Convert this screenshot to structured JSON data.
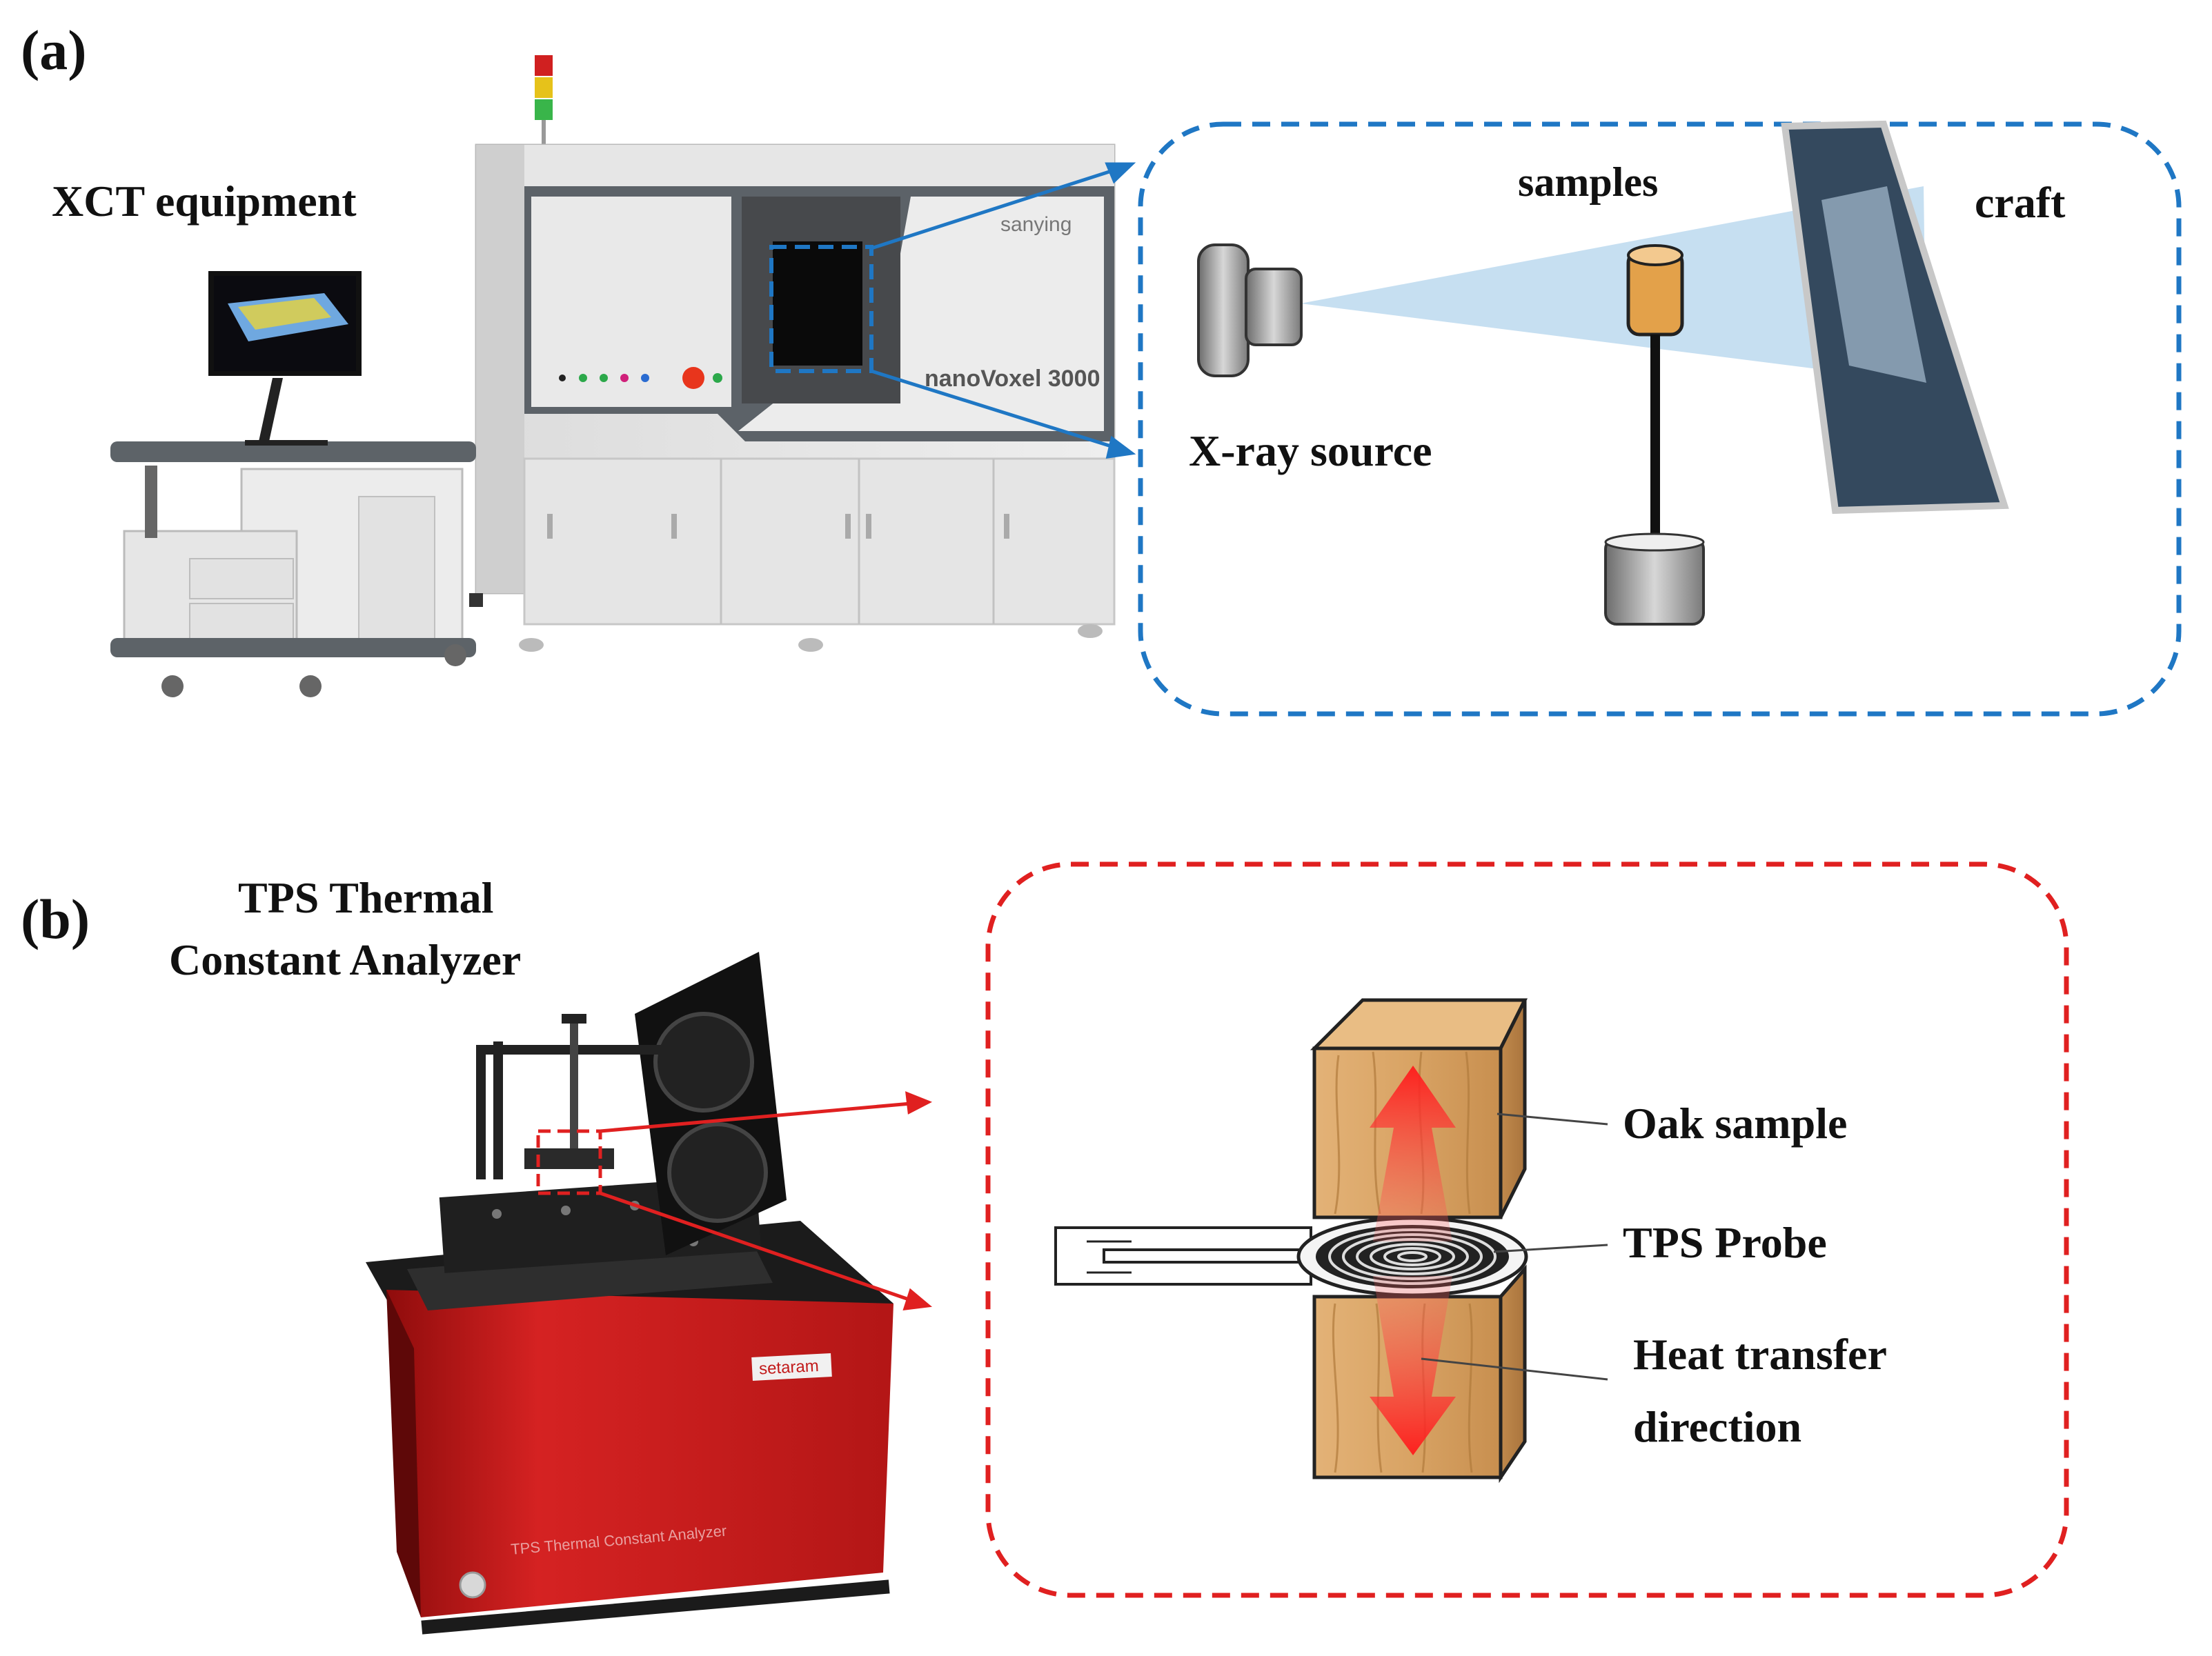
{
  "panels": {
    "a": {
      "label": "(a)",
      "equipment_label": "XCT equipment",
      "brand_text": "sanying",
      "model_text": "nanoVoxel 3000",
      "schematic": {
        "samples_label": "samples",
        "craft_label": "craft",
        "source_label": "X-ray source",
        "border_color": "#1f77c4"
      }
    },
    "b": {
      "label": "(b)",
      "title_line1": "TPS Thermal",
      "title_line2": "Constant Analyzer",
      "brand_text": "setaram",
      "panel_text": "TPS Thermal Constant Analyzer",
      "schematic": {
        "oak_label": "Oak sample",
        "probe_label": "TPS Probe",
        "heat_label_line1": "Heat transfer",
        "heat_label_line2": "direction",
        "border_color": "#e02020"
      }
    }
  }
}
